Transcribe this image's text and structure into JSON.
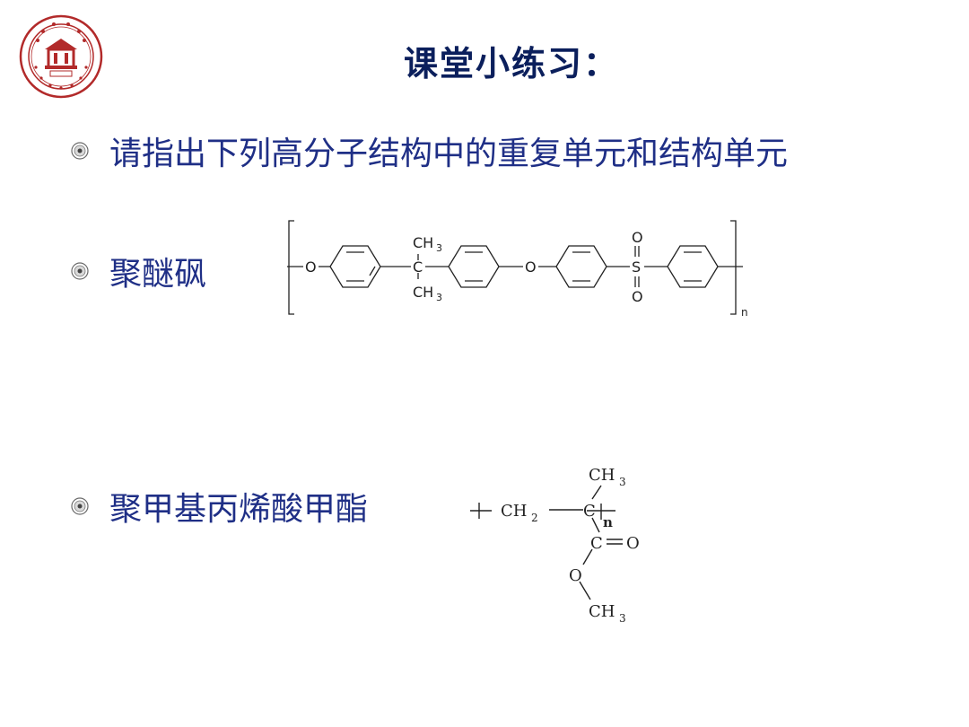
{
  "slide": {
    "title": "课堂小练习："
  },
  "bullets": [
    {
      "text": "请指出下列高分子结构中的重复单元和结构单元"
    },
    {
      "text": "聚醚砜"
    },
    {
      "text": "聚甲基丙烯酸甲酯"
    }
  ],
  "pes_labels": {
    "o_left": "O",
    "ch3_top": "CH",
    "sub3_top": "3",
    "c": "C",
    "ch3_bottom": "CH",
    "sub3_bottom": "3",
    "o_mid": "O",
    "s": "S",
    "o_s_top": "O",
    "o_s_bottom": "O",
    "n": "n"
  },
  "pmma_labels": {
    "ch2": "CH",
    "ch2_sub": "2",
    "c": "C",
    "n": "n",
    "ch3_top": "CH",
    "ch3_top_sub": "3",
    "c_carbonyl": "C",
    "o_double": "O",
    "o_ester": "O",
    "ch3_bottom": "CH",
    "ch3_bottom_sub": "3"
  },
  "colors": {
    "title": "#0b1f5c",
    "bullet_text": "#1f2f86",
    "logo": "#b22a2a"
  },
  "icons": {
    "logo": "university-seal-icon",
    "bullet": "flower-bullet-icon"
  }
}
